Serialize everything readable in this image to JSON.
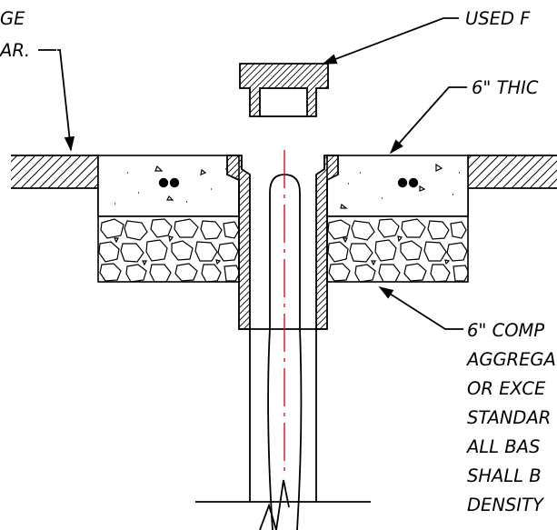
{
  "colors": {
    "line": "#000000",
    "centerline": "#e0101a",
    "background": "#ffffff"
  },
  "notes": {
    "top_left_line1": "GE",
    "top_left_line2": "AR.",
    "used_for": "USED F",
    "thickness": "6\" THIC",
    "base_lines": [
      "6\" COMP",
      "AGGREGA",
      "OR EXCE",
      "STANDAR",
      "ALL BAS",
      "SHALL B",
      "DENSITY"
    ]
  }
}
